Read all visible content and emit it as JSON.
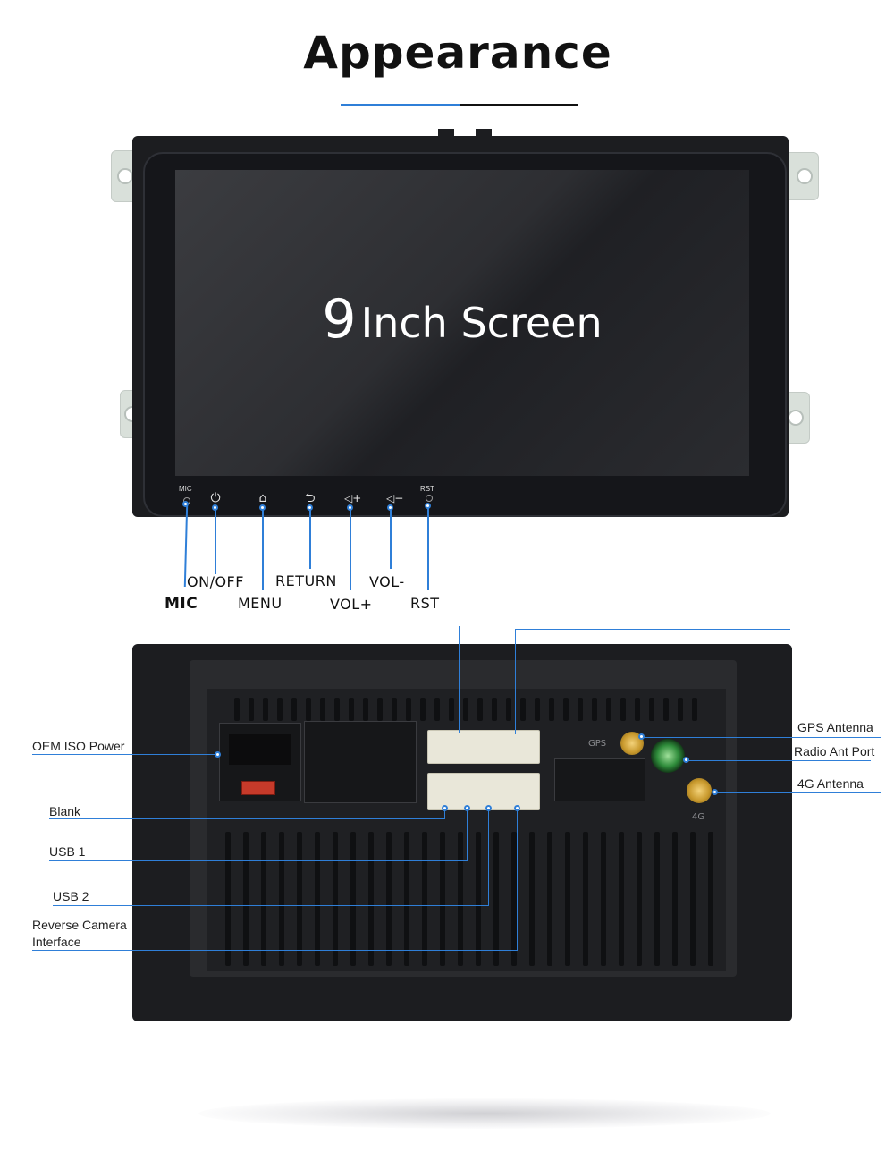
{
  "header": {
    "title": "Appearance",
    "rule_colors": [
      "#2f7fd8",
      "#111111"
    ]
  },
  "front": {
    "screen_size_number": "9",
    "screen_size_text": "Inch Screen",
    "panel_marks": {
      "mic": "MIC",
      "rst": "RST"
    },
    "buttons": [
      {
        "name": "mic",
        "label": "MIC",
        "icon": "mic-hole-icon"
      },
      {
        "name": "on-off",
        "label": "ON/OFF",
        "icon": "power-icon"
      },
      {
        "name": "menu",
        "label": "MENU",
        "icon": "home-icon"
      },
      {
        "name": "return",
        "label": "RETURN",
        "icon": "back-icon"
      },
      {
        "name": "vol-plus",
        "label": "VOL+",
        "icon": "volume-up-icon"
      },
      {
        "name": "vol-minus",
        "label": "VOL-",
        "icon": "volume-down-icon"
      },
      {
        "name": "rst",
        "label": "RST",
        "icon": "reset-hole-icon"
      }
    ]
  },
  "rear": {
    "panel_marks": {
      "gps": "GPS",
      "fourg": "4G"
    },
    "left_labels": {
      "oem_iso_power": "OEM ISO Power",
      "blank": "Blank",
      "usb1": "USB 1",
      "usb2": "USB 2",
      "reverse_camera_line1": "Reverse Camera",
      "reverse_camera_line2": "Interface"
    },
    "right_labels": {
      "gps_antenna": "GPS Antenna",
      "radio_ant_port": "Radio Ant Port",
      "fourg_antenna": "4G Antenna"
    }
  },
  "colors": {
    "accent": "#2f7fd8",
    "unit_body": "#1c1d20",
    "radio_port": "#2e8b3a",
    "antenna_gold": "#c99a2e"
  }
}
